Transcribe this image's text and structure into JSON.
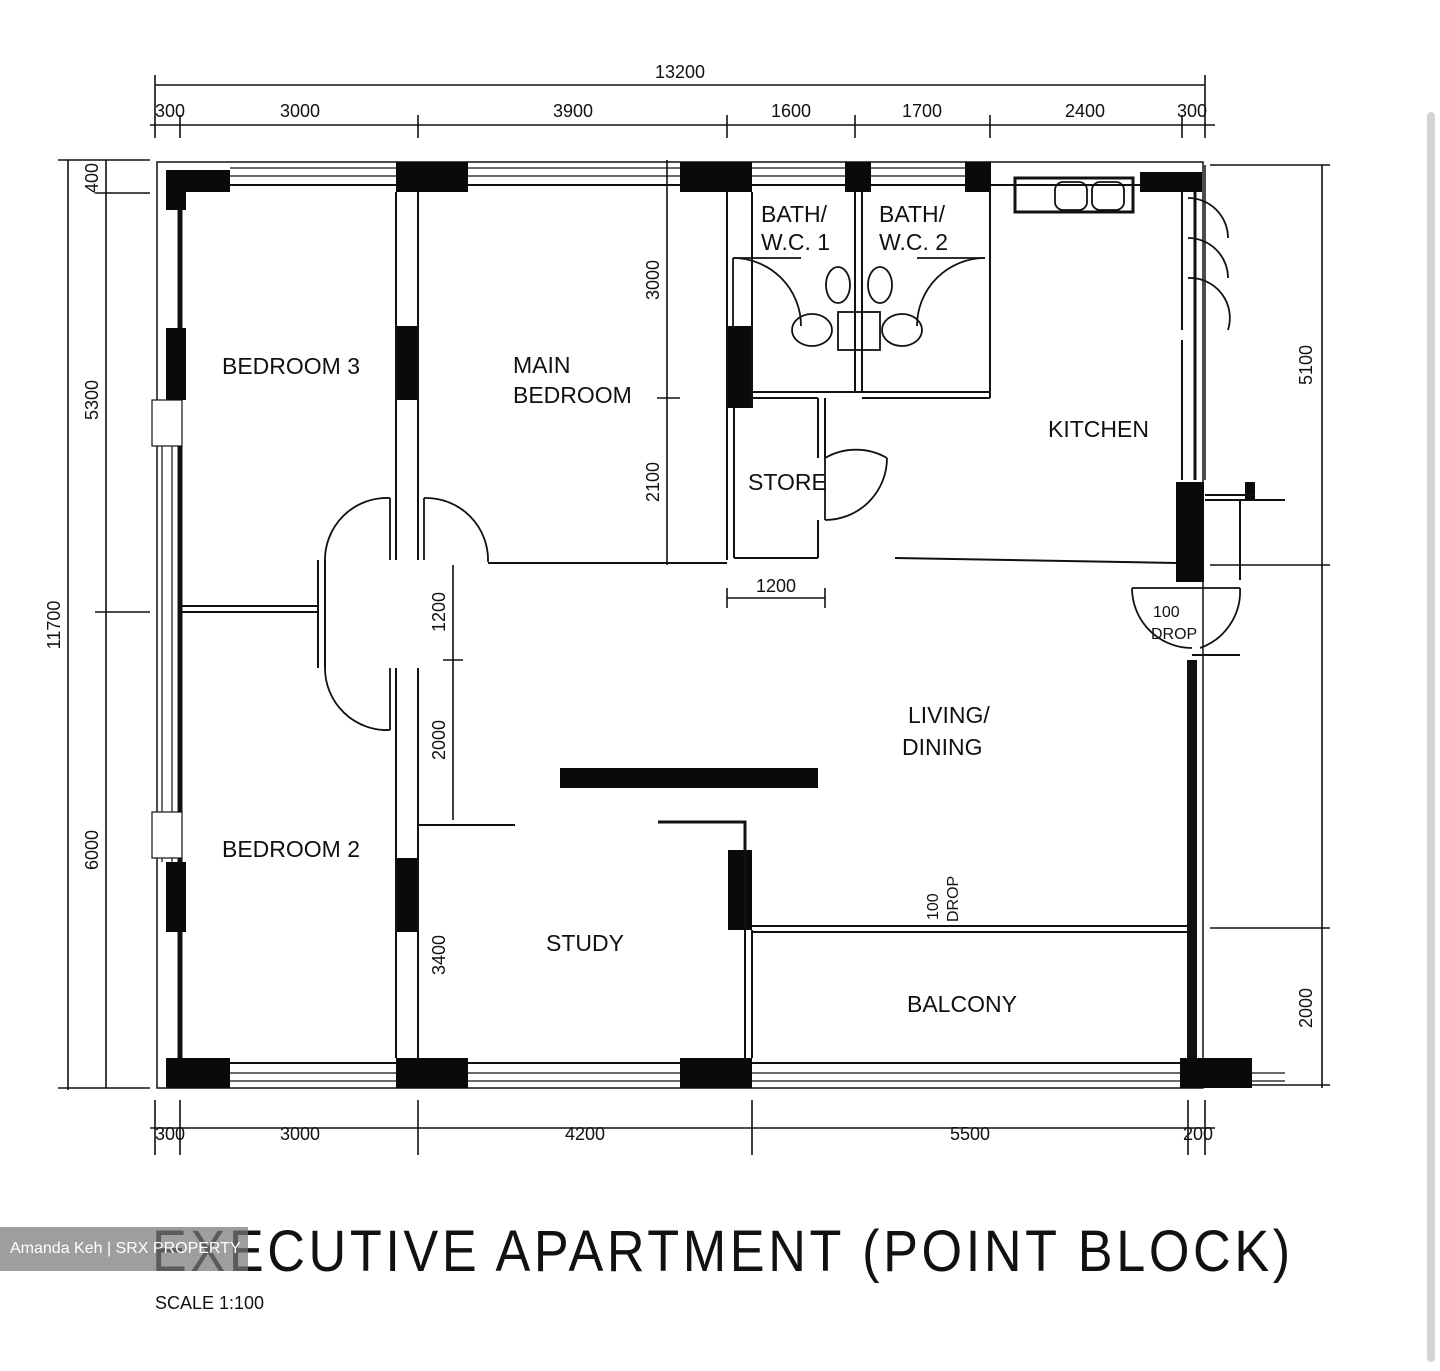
{
  "dimensions": {
    "overall_width": "13200",
    "top": [
      "300",
      "3000",
      "3900",
      "1600",
      "1700",
      "2400",
      "300"
    ],
    "bottom": [
      "300",
      "3000",
      "4200",
      "5500",
      "200"
    ],
    "left_overall": "11700",
    "left": [
      "400",
      "5300",
      "6000"
    ],
    "right": [
      "5100",
      "2000"
    ],
    "interior": [
      "3000",
      "2100",
      "1200",
      "2000",
      "3400",
      "1200"
    ]
  },
  "rooms": {
    "bedroom3": "BEDROOM 3",
    "main_bedroom_1": "MAIN",
    "main_bedroom_2": "BEDROOM",
    "bath1_1": "BATH/",
    "bath1_2": "W.C. 1",
    "bath2_1": "BATH/",
    "bath2_2": "W.C. 2",
    "kitchen": "KITCHEN",
    "store": "STORE",
    "living_1": "LIVING/",
    "living_2": "DINING",
    "bedroom2": "BEDROOM 2",
    "study": "STUDY",
    "balcony": "BALCONY"
  },
  "drop_notes": {
    "kitchen_drop_value": "100",
    "kitchen_drop_label": "DROP",
    "balcony_drop_value": "100",
    "balcony_drop_label": "DROP"
  },
  "title": "EXECUTIVE APARTMENT (POINT BLOCK)",
  "scale": "SCALE 1:100",
  "watermark": "Amanda Keh | SRX PROPERTY"
}
